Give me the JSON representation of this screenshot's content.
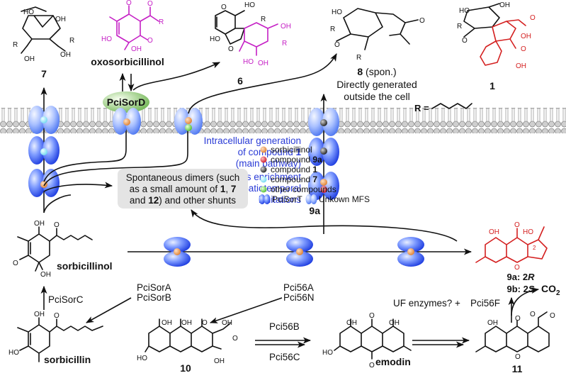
{
  "figure": {
    "compounds": {
      "c7": "7",
      "oxosorbicillinol": "oxosorbicillinol",
      "c6": "6",
      "c8_num": "8",
      "c8_note": " (spon.)",
      "c8_desc_1": "Directly generated",
      "c8_desc_2": "outside the cell",
      "c1": "1",
      "r_def": "R =",
      "sorbicillinol": "sorbicillinol",
      "sorbicillin": "sorbicillin",
      "c10": "10",
      "emodin": "emodin",
      "c11": "11",
      "c9a_label": "9a",
      "c9a_stereo": "9a: 2",
      "c9a_R": "R",
      "c9b_stereo": "9b: 2",
      "c9b_S": "S",
      "co2": "CO",
      "co2_sub": "2",
      "atom_labels": {
        "oh": "OH",
        "ho": "HO",
        "o": "O",
        "r": "R",
        "h": "H",
        "two": "2"
      }
    },
    "enzymes": {
      "pcisord": "PciSorD",
      "pcisorc": "PciSorC",
      "pcisora": "PciSorA",
      "pcisorb": "PciSorB",
      "pci56a": "Pci56A",
      "pci56n": "Pci56N",
      "pci56b": "Pci56B",
      "pci56c": "Pci56C",
      "uf": "UF enzymes? +",
      "pci56f": "Pci56F"
    },
    "annotations": {
      "intracellular_1": "Intracellular generation",
      "intracellular_2a": "of compound ",
      "intracellular_2b": "1",
      "intracellular_3": "(main pathway)",
      "substrates_1": "Substrates enrichment",
      "substrates_2": "and spatiotemporal",
      "substrates_3": "limitations",
      "spont_1": "Spontaneous dimers (such",
      "spont_2a": "as a small amount of ",
      "spont_2b": "1",
      "spont_2c": ", ",
      "spont_2d": "7",
      "spont_3a": "and ",
      "spont_3b": "12",
      "spont_3c": ") and other shunts"
    },
    "legend": {
      "items": [
        {
          "label": "sorbicillinol",
          "bold": "",
          "color": "#f0a050"
        },
        {
          "label": "compound ",
          "bold": "9a",
          "color": "#e03040"
        },
        {
          "label": "compound ",
          "bold": "1",
          "color": "#404040"
        },
        {
          "label": "compound ",
          "bold": "7",
          "color": "#90e8f8"
        },
        {
          "label": "other compounds",
          "bold": "",
          "color": "#80dd50"
        }
      ],
      "pcisort": "PciSorT",
      "unknown_mfs": "Unkown MFS"
    },
    "colors": {
      "transporter": "#3a5ef0",
      "membrane_head": "#c8c8c8",
      "pcisord_fill": "#8cc870",
      "highlight_magenta": "#c520c5",
      "highlight_red": "#d42020",
      "annotation_blue": "#2a3bd6",
      "box_gray": "#e4e4e4"
    }
  }
}
